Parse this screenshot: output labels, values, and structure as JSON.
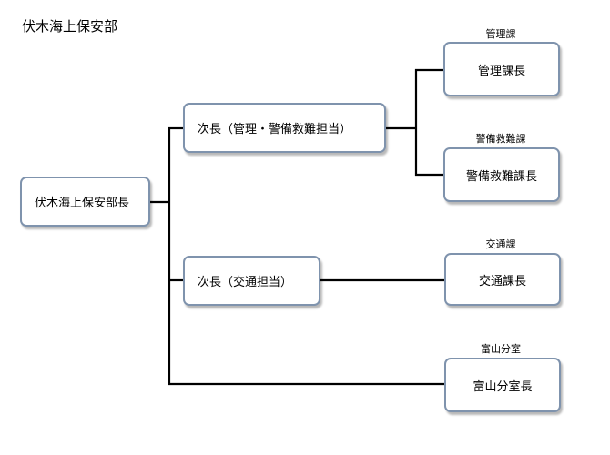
{
  "title": "伏木海上保安部",
  "root": {
    "label": "伏木海上保安部長"
  },
  "deputies": [
    {
      "label": "次長（管理・警備救難担当）"
    },
    {
      "label": "次長（交通担当）"
    }
  ],
  "sections": [
    {
      "dept": "管理課",
      "head": "管理課長"
    },
    {
      "dept": "警備救難課",
      "head": "警備救難課長"
    },
    {
      "dept": "交通課",
      "head": "交通課長"
    },
    {
      "dept": "富山分室",
      "head": "富山分室長"
    }
  ]
}
